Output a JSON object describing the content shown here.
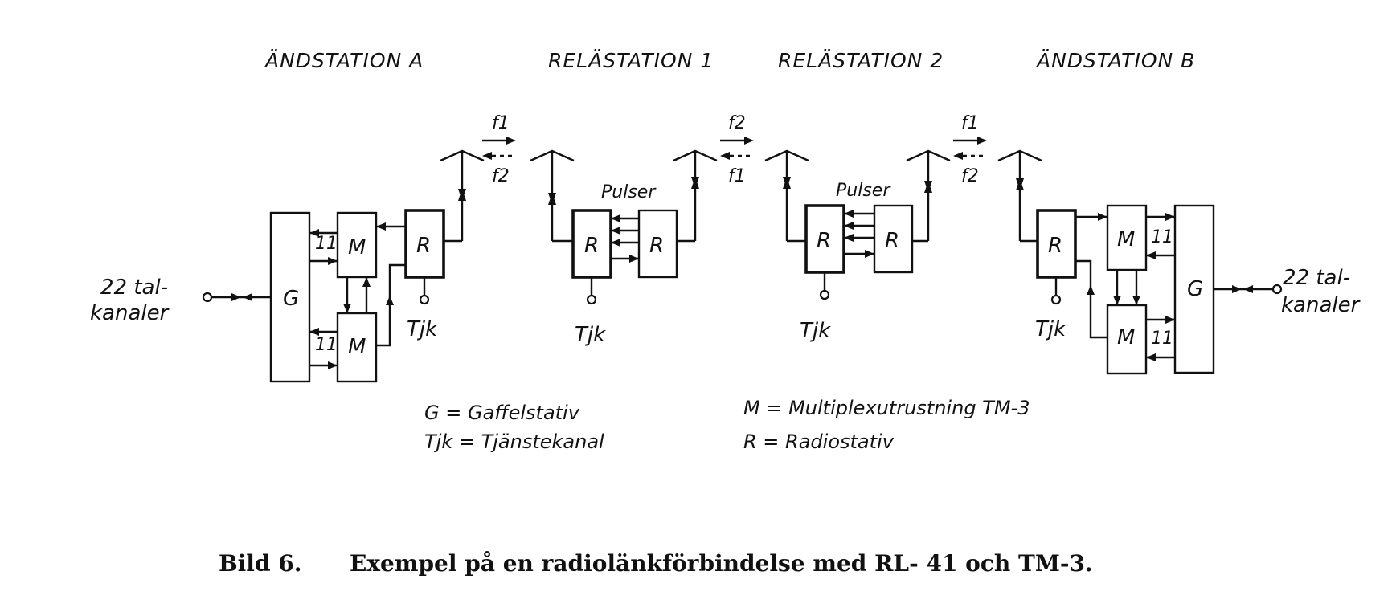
{
  "stations": {
    "end_a": "ÄNDSTATION A",
    "relay_1": "RELÄSTATION 1",
    "relay_2": "RELÄSTATION 2",
    "end_b": "ÄNDSTATION B"
  },
  "links": {
    "ab_1": {
      "top": "f1",
      "bottom": "f2"
    },
    "r1r2": {
      "top": "f2",
      "bottom": "f1"
    },
    "r2b": {
      "top": "f1",
      "bottom": "f2"
    }
  },
  "blocks": {
    "g": "G",
    "m": "M",
    "r": "R",
    "channels": "11",
    "pulser": "Pulser",
    "tjk": "Tjk"
  },
  "io": {
    "left_line1": "22 tal-",
    "left_line2": "kanaler",
    "right_line1": "22 tal-",
    "right_line2": "kanaler"
  },
  "legend": {
    "g": "G = Gaffelstativ",
    "tjk": "Tjk = Tjänstekanal",
    "m": "M = Multiplexutrustning  TM-3",
    "r": "R = Radiostativ"
  },
  "caption": {
    "number": "Bild 6.",
    "text": "Exempel på en radiolänkförbindelse med RL- 41 och TM-3."
  }
}
